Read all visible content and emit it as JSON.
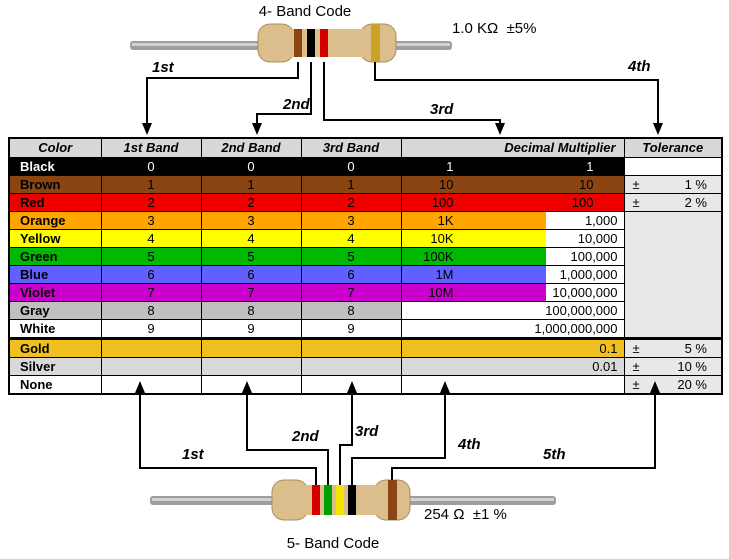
{
  "top": {
    "title": "4- Band Code",
    "value_label": "1.0 KΩ  ±5%",
    "arrow_labels": [
      "1st",
      "2nd",
      "3rd",
      "4th"
    ],
    "bands": [
      {
        "name": "brown",
        "hex": "#8B4513"
      },
      {
        "name": "black",
        "hex": "#000000"
      },
      {
        "name": "red",
        "hex": "#D40000"
      },
      {
        "name": "gold",
        "hex": "#C9A227"
      }
    ]
  },
  "bottom": {
    "title": "5- Band Code",
    "value_label": "254 Ω  ±1 %",
    "arrow_labels": [
      "1st",
      "2nd",
      "3rd",
      "4th",
      "5th"
    ],
    "bands": [
      {
        "name": "red",
        "hex": "#D40000"
      },
      {
        "name": "green",
        "hex": "#00A000"
      },
      {
        "name": "yellow",
        "hex": "#F5E400"
      },
      {
        "name": "black",
        "hex": "#000000"
      },
      {
        "name": "brown",
        "hex": "#8B4513"
      }
    ]
  },
  "table": {
    "headers": [
      "Color",
      "1st Band",
      "2nd Band",
      "3rd Band",
      "Decimal Multiplier",
      "Tolerance"
    ],
    "colors": {
      "header_bg": "#D8D8D8",
      "tolerance_bg": "#E8E8E8"
    },
    "rows": [
      {
        "name": "Black",
        "bg": "#000000",
        "fg": "#FFFFFF",
        "bands": [
          "0",
          "0",
          "0"
        ],
        "mult_short": "1",
        "mult_long": "1",
        "stripe_w": "100%",
        "long_pad": "30px",
        "tol_type": "empty",
        "tol_sign": "",
        "tol_val": ""
      },
      {
        "name": "Brown",
        "bg": "#8B4513",
        "fg": "#000000",
        "bands": [
          "1",
          "1",
          "1"
        ],
        "mult_short": "10",
        "mult_long": "10",
        "stripe_w": "100%",
        "long_pad": "30px",
        "tol_type": "value",
        "tol_sign": "±",
        "tol_val": "1 %"
      },
      {
        "name": "Red",
        "bg": "#EE0000",
        "fg": "#000000",
        "bands": [
          "2",
          "2",
          "2"
        ],
        "mult_short": "100",
        "mult_long": "100",
        "stripe_w": "100%",
        "long_pad": "30px",
        "tol_type": "value",
        "tol_sign": "±",
        "tol_val": "2 %"
      },
      {
        "name": "Orange",
        "bg": "#FFA500",
        "fg": "#000000",
        "bands": [
          "3",
          "3",
          "3"
        ],
        "mult_short": "1K",
        "mult_long": "1,000",
        "stripe_w": "65%",
        "long_pad": "6px",
        "tol_type": "merged",
        "tol_sign": "",
        "tol_val": ""
      },
      {
        "name": "Yellow",
        "bg": "#FFFF00",
        "fg": "#000000",
        "bands": [
          "4",
          "4",
          "4"
        ],
        "mult_short": "10K",
        "mult_long": "10,000",
        "stripe_w": "65%",
        "long_pad": "6px",
        "tol_type": "skip",
        "tol_sign": "",
        "tol_val": ""
      },
      {
        "name": "Green",
        "bg": "#00B800",
        "fg": "#000000",
        "bands": [
          "5",
          "5",
          "5"
        ],
        "mult_short": "100K",
        "mult_long": "100,000",
        "stripe_w": "65%",
        "long_pad": "6px",
        "tol_type": "skip",
        "tol_sign": "",
        "tol_val": ""
      },
      {
        "name": "Blue",
        "bg": "#6060FF",
        "fg": "#000000",
        "bands": [
          "6",
          "6",
          "6"
        ],
        "mult_short": "1M",
        "mult_long": "1,000,000",
        "stripe_w": "65%",
        "long_pad": "6px",
        "tol_type": "skip",
        "tol_sign": "",
        "tol_val": ""
      },
      {
        "name": "Violet",
        "bg": "#CC00CC",
        "fg": "#000000",
        "bands": [
          "7",
          "7",
          "7"
        ],
        "mult_short": "10M",
        "mult_long": "10,000,000",
        "stripe_w": "65%",
        "long_pad": "6px",
        "tol_type": "skip",
        "tol_sign": "",
        "tol_val": ""
      },
      {
        "name": "Gray",
        "bg": "#C0C0C0",
        "fg": "#000000",
        "bands": [
          "8",
          "8",
          "8"
        ],
        "mult_short": "",
        "mult_long": "100,000,000",
        "stripe_w": "0",
        "long_pad": "6px",
        "tol_type": "skip",
        "tol_sign": "",
        "tol_val": ""
      },
      {
        "name": "White",
        "bg": "#FFFFFF",
        "fg": "#000000",
        "bands": [
          "9",
          "9",
          "9"
        ],
        "mult_short": "",
        "mult_long": "1,000,000,000",
        "stripe_w": "0",
        "long_pad": "6px",
        "tol_type": "skip",
        "tol_sign": "",
        "tol_val": ""
      },
      {
        "name": "Gold",
        "bg": "#F0C020",
        "fg": "#000000",
        "bands": [
          "",
          "",
          ""
        ],
        "mult_short": "",
        "mult_long": "0.1",
        "stripe_w": "100%",
        "long_pad": "6px",
        "tol_type": "value",
        "tol_sign": "±",
        "tol_val": "5 %",
        "thick_top": true
      },
      {
        "name": "Silver",
        "bg": "#D9D9D9",
        "fg": "#000000",
        "bands": [
          "",
          "",
          ""
        ],
        "mult_short": "",
        "mult_long": "0.01",
        "stripe_w": "100%",
        "long_pad": "6px",
        "tol_type": "value",
        "tol_sign": "±",
        "tol_val": "10 %"
      },
      {
        "name": "None",
        "bg": "#FFFFFF",
        "fg": "#000000",
        "bands": [
          "",
          "",
          ""
        ],
        "mult_short": "",
        "mult_long": "",
        "stripe_w": "0",
        "long_pad": "6px",
        "tol_type": "value",
        "tol_sign": "±",
        "tol_val": "20 %"
      }
    ]
  }
}
